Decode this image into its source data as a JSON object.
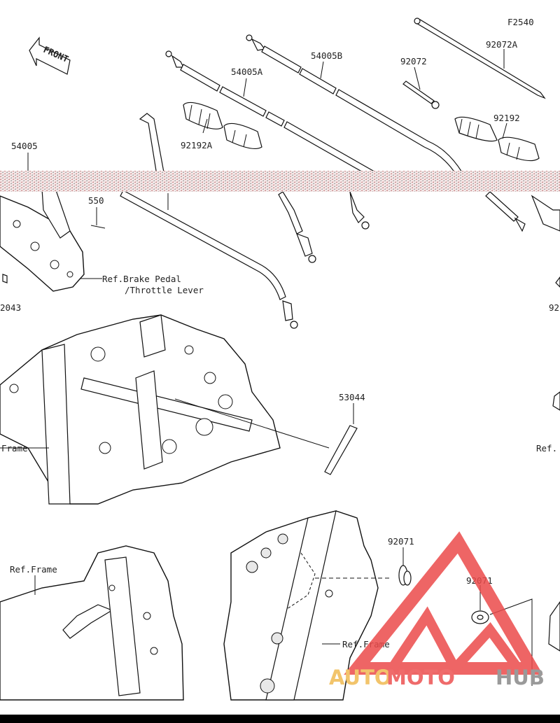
{
  "figure_code": "F2540",
  "front_label": "FRONT",
  "callouts": {
    "c54005": "54005",
    "c54005A": "54005A",
    "c54005B": "54005B",
    "c92072": "92072",
    "c92072A": "92072A",
    "c92192": "92192",
    "c92192A": "92192A",
    "c550": "550",
    "c92043": "2043",
    "c53044": "53044",
    "c92071_a": "92071",
    "c92071_b": "92071",
    "c92_right": "92"
  },
  "refs": {
    "brake_pedal": "Ref.Brake Pedal",
    "throttle_lever": "/Throttle Lever",
    "frame_left": "Frame",
    "frame_right": "Ref.",
    "frame_bottom_left": "Ref.Frame",
    "frame_bottom_center": "Ref.Frame"
  },
  "watermark": {
    "part1": "AUTO",
    "part2": "MOTO",
    "part3": "HUB",
    "color_auto": "#f2c46b",
    "color_moto": "#ef6b6b",
    "color_hub": "#9a9a9a",
    "logo_color": "#ec4b4b"
  }
}
